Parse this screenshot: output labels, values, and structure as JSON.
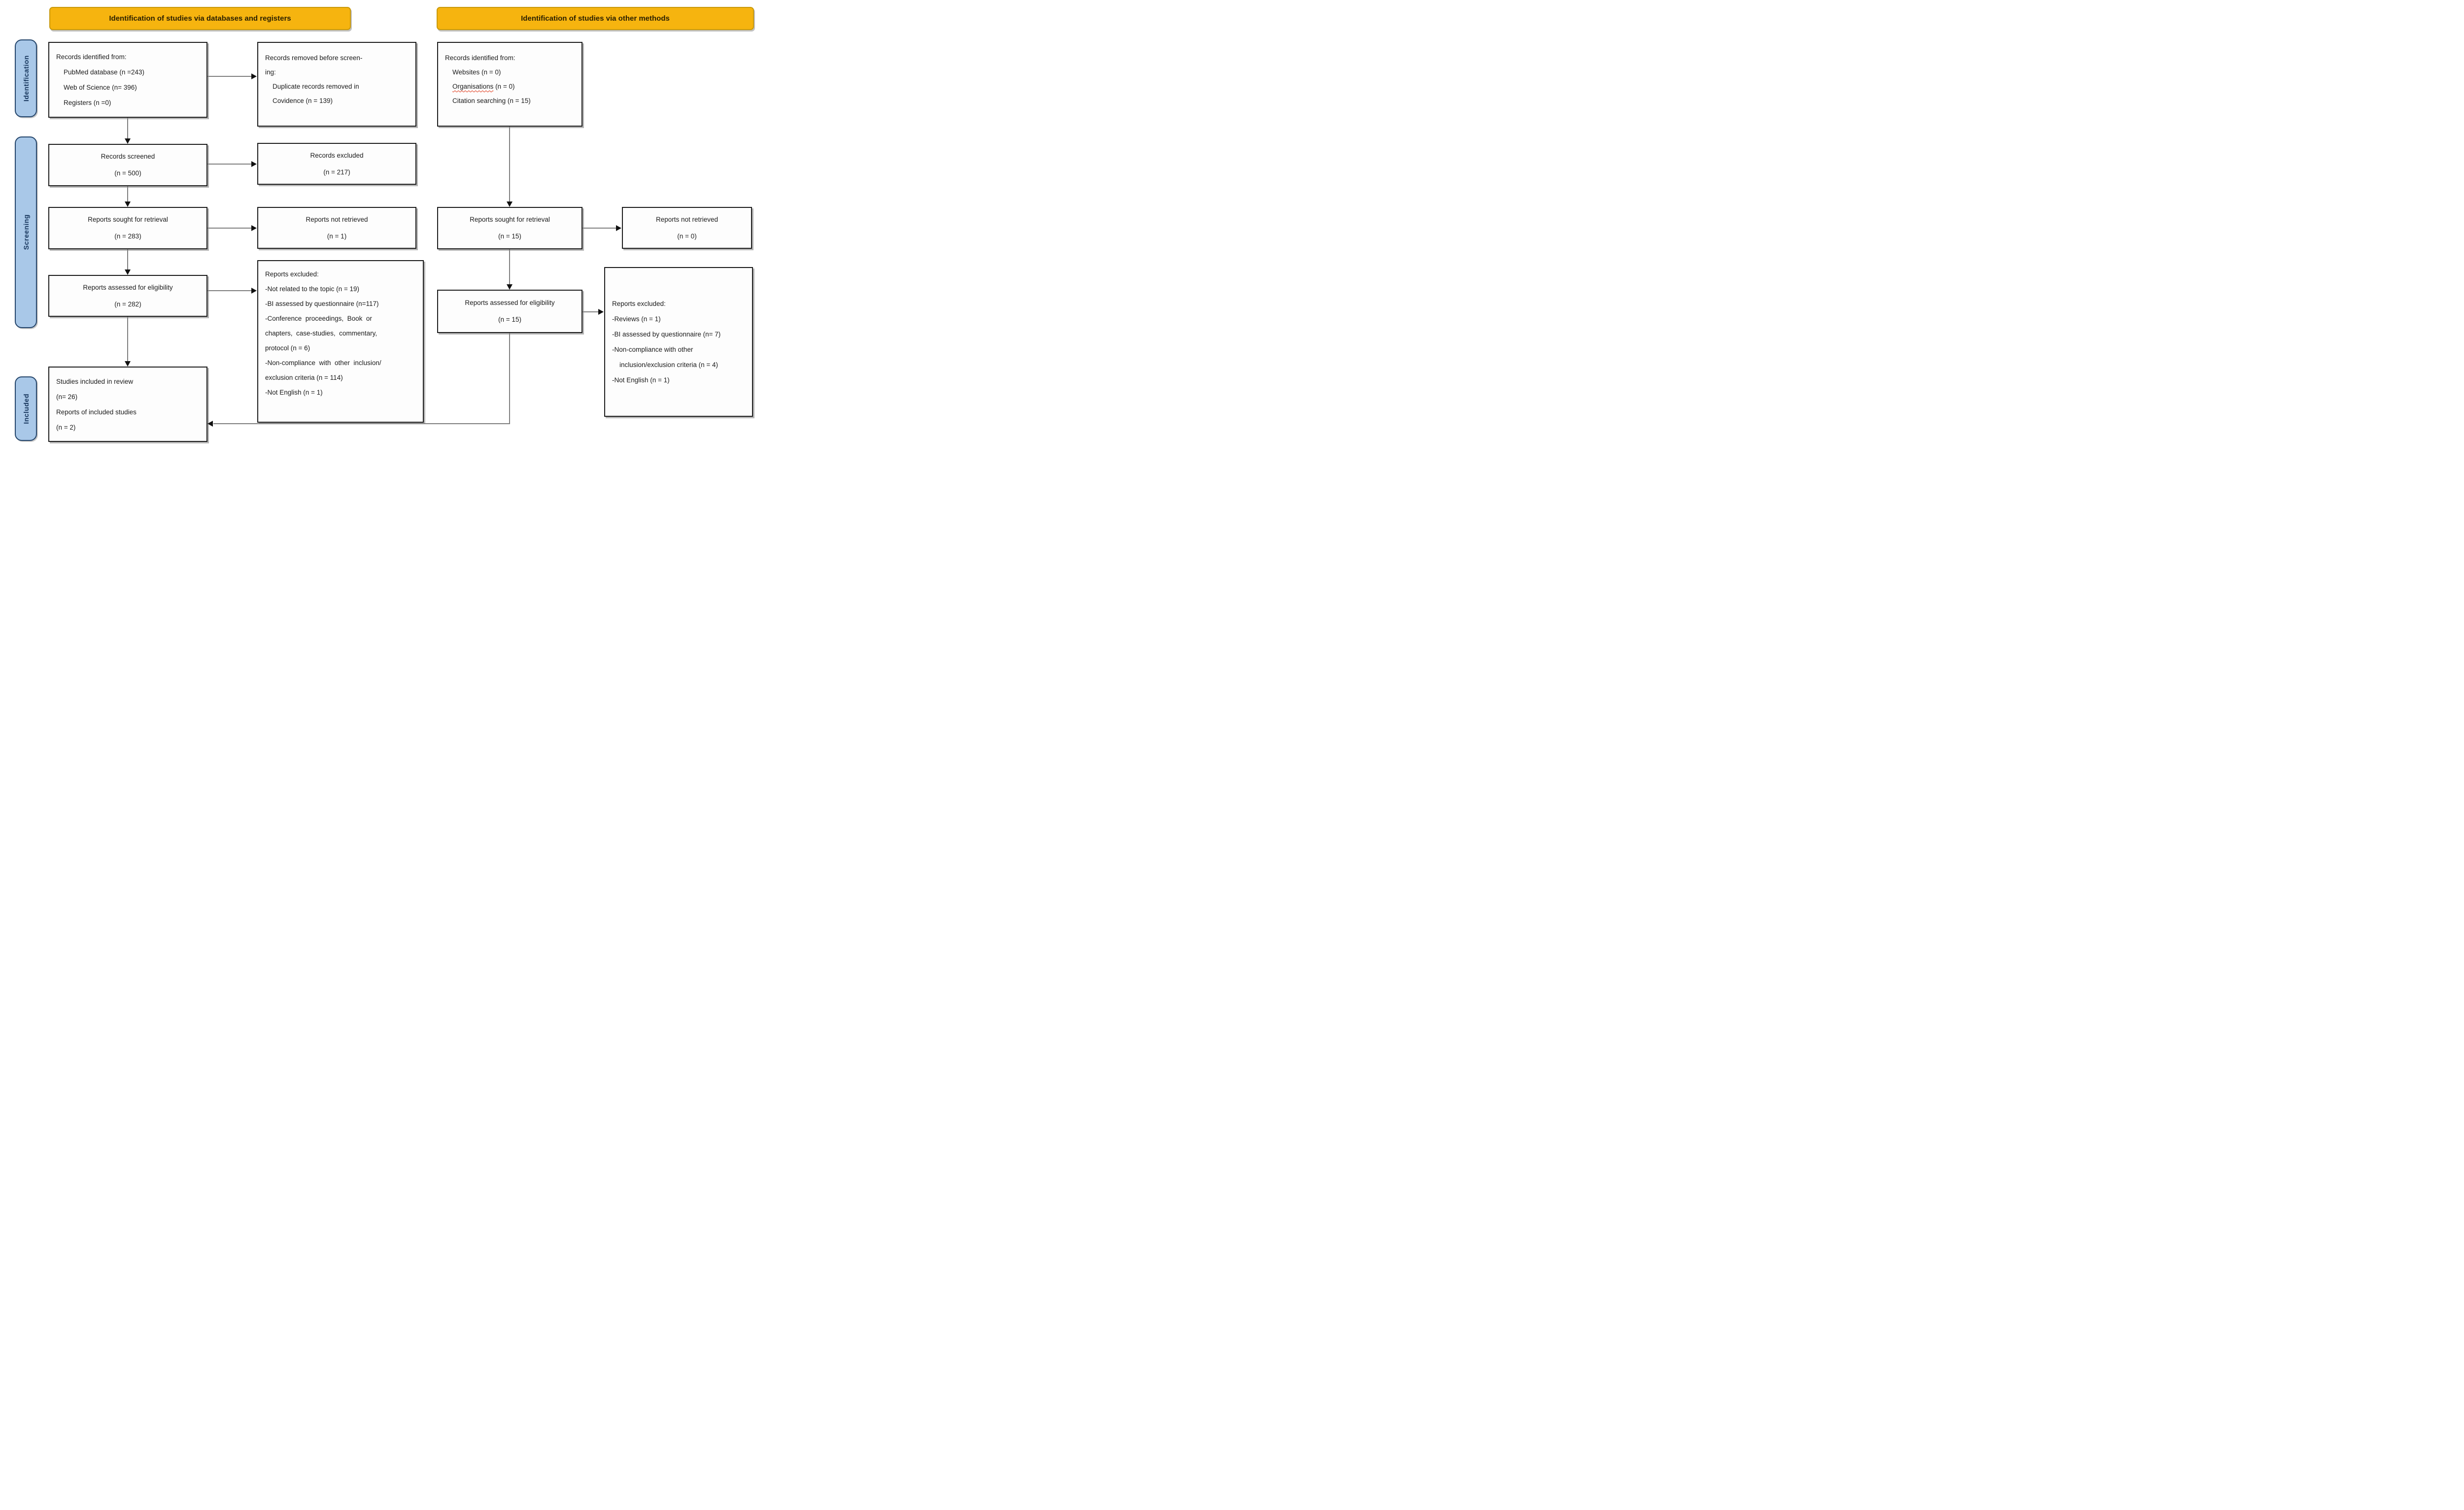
{
  "headers": {
    "databases": "Identification of studies via databases and registers",
    "other_methods": "Identification of studies via other methods"
  },
  "sidebar": {
    "identification": "Identification",
    "screening": "Screening",
    "included": "Included"
  },
  "colors": {
    "header_bg": "#F6B40F",
    "sidebar_bg": "#A9C8E8",
    "sidebar_text": "#17365D",
    "spellcheck_underline": "#E03010"
  },
  "boxes": {
    "records_identified_db": {
      "lines": [
        "Records identified from:",
        "    PubMed database (n =243)",
        "    Web of Science (n= 396)",
        "    Registers (n =0)"
      ]
    },
    "records_removed": {
      "lines": [
        "Records removed before screen-",
        "ing:",
        "    Duplicate records removed in",
        "    Covidence (n = 139)"
      ]
    },
    "records_identified_other": {
      "lines": [
        "Records identified from:",
        {
          "parts": [
            {
              "text": "    Websites (n = 0)"
            }
          ]
        },
        {
          "parts": [
            {
              "text": "    "
            },
            {
              "text": "Organisations",
              "wavy": true
            },
            {
              "text": " (n = 0)"
            }
          ]
        },
        "    Citation searching (n = 15)"
      ]
    },
    "records_screened": {
      "lines": [
        "Records screened",
        "(n = 500)"
      ]
    },
    "records_excluded": {
      "lines": [
        "Records excluded",
        "(n = 217)"
      ]
    },
    "reports_sought_db": {
      "lines": [
        "Reports sought for retrieval",
        "(n = 283)"
      ]
    },
    "reports_not_retrieved_db": {
      "lines": [
        "Reports not retrieved",
        "(n = 1)"
      ]
    },
    "reports_sought_other": {
      "lines": [
        "Reports sought for retrieval",
        "(n = 15)"
      ]
    },
    "reports_not_retrieved_other": {
      "lines": [
        "Reports not retrieved",
        "(n = 0)"
      ]
    },
    "reports_assessed_db": {
      "lines": [
        "Reports assessed for eligibility",
        "(n = 282)"
      ]
    },
    "reports_excluded_db": {
      "lines": [
        "Reports excluded:",
        "-Not related to the topic (n = 19)",
        "-BI assessed by questionnaire (n=117)",
        "-Conference  proceedings,  Book  or",
        "chapters,  case-studies,  commentary,",
        "protocol (n = 6)",
        "-Non-compliance  with  other  inclusion/",
        "exclusion criteria (n = 114)",
        "-Not English (n = 1)"
      ]
    },
    "reports_assessed_other": {
      "lines": [
        "Reports assessed for eligibility",
        "(n = 15)"
      ]
    },
    "reports_excluded_other": {
      "lines": [
        "Reports excluded:",
        "-Reviews (n = 1)",
        "-BI assessed by questionnaire (n= 7)",
        "-Non-compliance with other",
        "    inclusion/exclusion criteria (n = 4)",
        "-Not English (n = 1)"
      ]
    },
    "studies_included": {
      "lines": [
        "Studies included in review",
        "(n= 26)",
        "Reports of included studies",
        "(n = 2)"
      ]
    }
  }
}
